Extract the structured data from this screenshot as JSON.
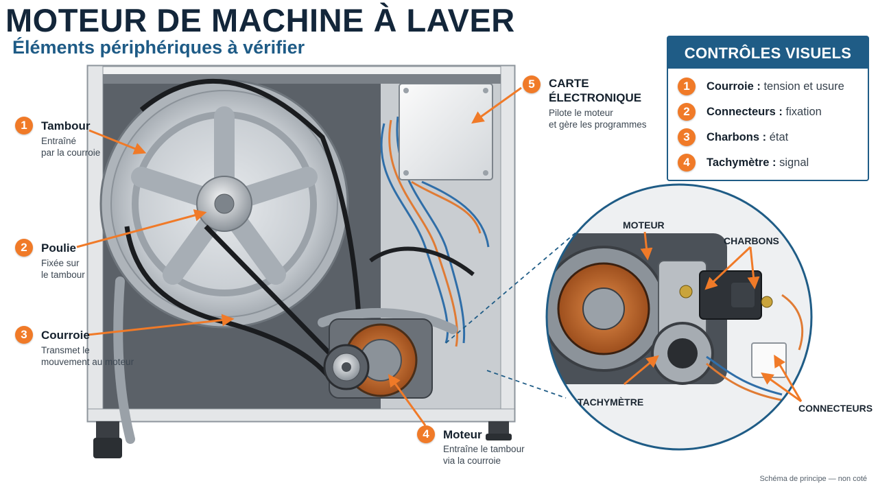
{
  "title": "MOTEUR DE MACHINE À LAVER",
  "subtitle": "Éléments périphériques à vérifier",
  "callouts": [
    {
      "num": "1",
      "title": "Tambour",
      "desc1": "Entraîné",
      "desc2": "par la courroie"
    },
    {
      "num": "2",
      "title": "Poulie",
      "desc1": "Fixée sur",
      "desc2": "le tambour"
    },
    {
      "num": "3",
      "title": "Courroie",
      "desc1": "Transmet le",
      "desc2": "mouvement au moteur"
    },
    {
      "num": "4",
      "title": "Moteur",
      "desc1": "Entraîne le tambour",
      "desc2": "via la courroie"
    },
    {
      "num": "5",
      "title1": "CARTE",
      "title2": "ÉLECTRONIQUE",
      "desc1": "Pilote le moteur",
      "desc2": "et gère les programmes"
    }
  ],
  "panel": {
    "heading": "CONTRÔLES VISUELS",
    "rows": [
      {
        "num": "1",
        "key": "Courroie :",
        "value": "tension et usure"
      },
      {
        "num": "2",
        "key": "Connecteurs :",
        "value": "fixation"
      },
      {
        "num": "3",
        "key": "Charbons :",
        "value": "état"
      },
      {
        "num": "4",
        "key": "Tachymètre :",
        "value": "signal"
      }
    ]
  },
  "zoom_labels": {
    "moteur": "MOTEUR",
    "charbons": "CHARBONS",
    "tachymetre": "TACHYMÈTRE",
    "connecteurs": "CONNECTEURS"
  },
  "footnote": "Schéma de principe — non coté",
  "colors": {
    "accent": "#f07a28",
    "navy": "#1f5c86",
    "title": "#13263a"
  }
}
